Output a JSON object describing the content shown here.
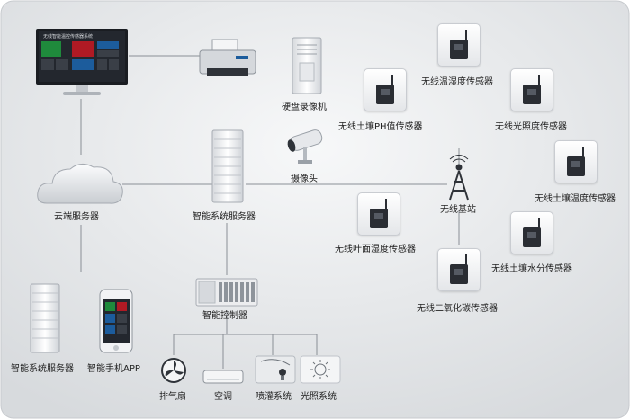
{
  "labels": {
    "hard_disk_recorder": "硬盘录像机",
    "camera": "摄像头",
    "cloud_server": "云端服务器",
    "smart_system_server_center": "智能系统服务器",
    "smart_controller": "智能控制器",
    "smart_system_server_bottom": "智能系统服务器",
    "mobile_app": "智能手机APP",
    "exhaust_fan": "排气扇",
    "air_conditioner": "空调",
    "irrigation": "喷灌系统",
    "lighting": "光照系统",
    "base_station": "无线基站"
  },
  "sensors": [
    {
      "label": "无线温湿度传感器"
    },
    {
      "label": "无线土壤PH值传感器"
    },
    {
      "label": "无线光照度传感器"
    },
    {
      "label": "无线土壤温度传感器"
    },
    {
      "label": "无线叶面湿度传感器"
    },
    {
      "label": "无线土壤水分传感器"
    },
    {
      "label": "无线二氧化碳传感器"
    }
  ],
  "monitor_screen": {
    "title": "无线智能温控传感器系统"
  },
  "colors": {
    "line": "#8a8f96",
    "background_top": "#f4f5f6",
    "background_bottom": "#d9dcdf",
    "accent_red": "#b01a24",
    "accent_blue": "#1c5c9c",
    "accent_green": "#1f8a3c"
  }
}
